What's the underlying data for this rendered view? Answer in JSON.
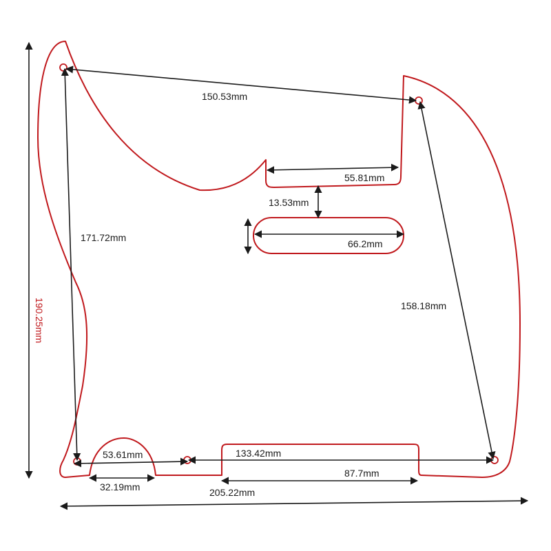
{
  "colors": {
    "outline": "#c0181c",
    "dimension": "#1a1a1a",
    "height_label": "#c0181c"
  },
  "dimensions": {
    "top_holes": "150.53mm",
    "upper_slot": "55.81mm",
    "slot_gap": "13.53mm",
    "lower_slot": "66.2mm",
    "left_holes": "171.72mm",
    "right_holes": "158.18mm",
    "total_height": "190.25mm",
    "semicircle_arc": "53.61mm",
    "semicircle_base": "32.19mm",
    "bottom_holes": "133.42mm",
    "bottom_notch": "87.7mm",
    "total_width": "205.22mm"
  }
}
